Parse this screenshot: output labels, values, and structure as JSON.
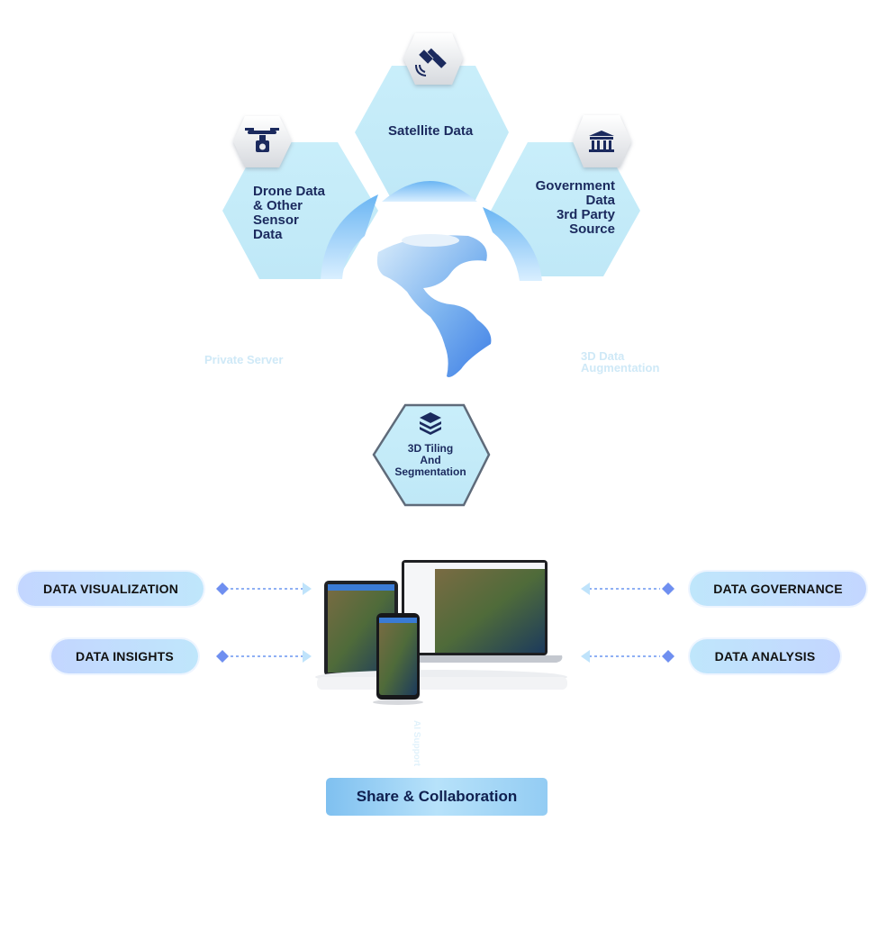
{
  "sources": {
    "satellite": "Satellite Data",
    "drone": [
      "Drone Data",
      "& Other",
      "Sensor",
      "Data"
    ],
    "government": [
      "Government",
      "Data",
      "3rd Party",
      "Source"
    ]
  },
  "faint_labels": {
    "private_server": "Private Server",
    "augmentation": [
      "3D Data",
      "Augmentation"
    ],
    "ai_support": "AI Support"
  },
  "processing": {
    "tiling": [
      "3D Tiling",
      "And",
      "Segmentation"
    ]
  },
  "features": {
    "data_visualization": "DATA VISUALIZATION",
    "data_insights": "DATA INSIGHTS",
    "data_governance": "DATA GOVERNANCE",
    "data_analysis": "DATA ANALYSIS"
  },
  "share_button": "Share & Collaboration",
  "colors": {
    "hex_fill": "#c6ecf8",
    "navy": "#1b2a5e",
    "arrow": "#6f8ff0",
    "arrow_faint": "#bfe3fb"
  },
  "icons": {
    "satellite": "satellite-icon",
    "drone": "drone-camera-icon",
    "government": "government-building-icon",
    "layers": "layers-icon"
  }
}
